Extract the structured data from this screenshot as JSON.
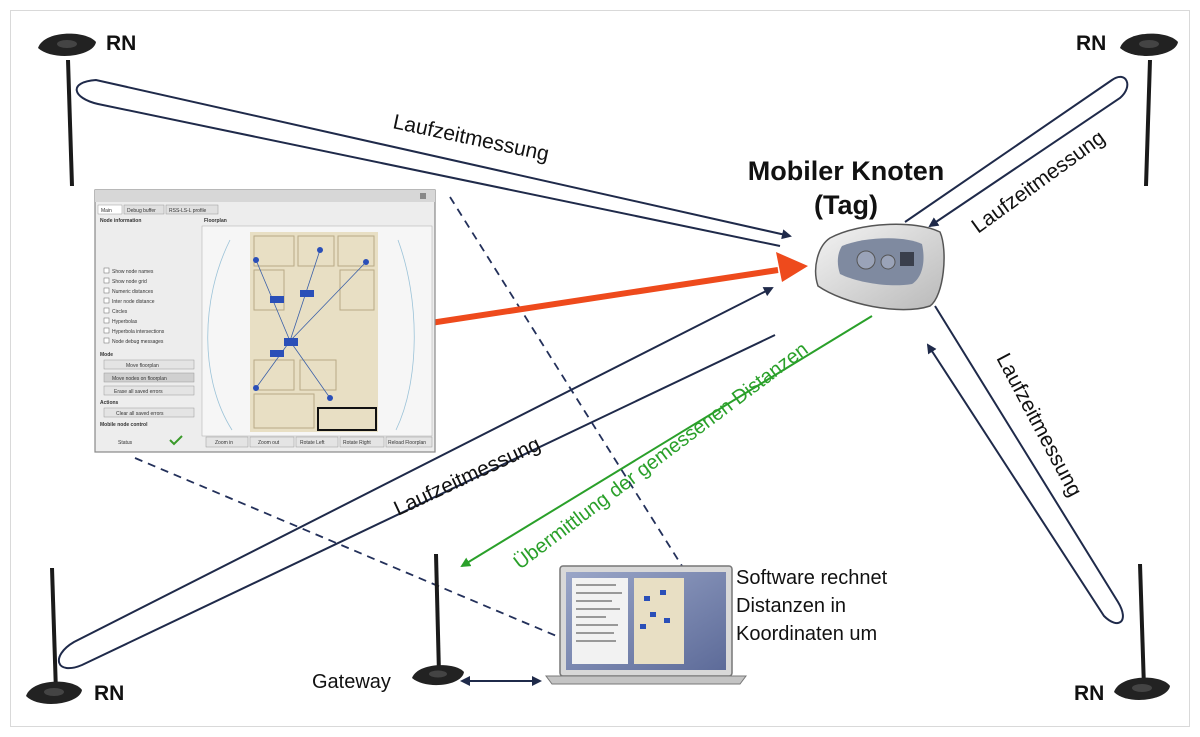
{
  "labels": {
    "rn": "RN",
    "laufzeit": "Laufzeitmessung",
    "tag_line1": "Mobiler Knoten",
    "tag_line2": "(Tag)",
    "transfer": "Übermittlung der gemessenen Distanzen",
    "software_line1": "Software rechnet",
    "software_line2": "Distanzen in",
    "software_line3": "Koordinaten um",
    "gateway": "Gateway"
  },
  "screenshot": {
    "tabs": [
      "Main",
      "Debug buffer",
      "RSS-LS-L profile"
    ],
    "sections": {
      "node_info": "Node information",
      "floorplan": "Floorplan",
      "mode": "Mode",
      "actions": "Actions",
      "mobile_control": "Mobile node control"
    },
    "checkboxes": [
      "Show node names",
      "Show node grid",
      "Numeric distances",
      "Inter node distance",
      "Circles",
      "Hyperbolas",
      "Hyperbola intersections",
      "Node debug messages"
    ],
    "mode_buttons": [
      "Move floorplan",
      "Move nodes on floorplan",
      "Erase all saved errors"
    ],
    "action_buttons": [
      "Clear all saved errors"
    ],
    "status_label": "Status",
    "map_buttons": [
      "Zoom in",
      "Zoom out",
      "Rotate Left",
      "Rotate Right",
      "Reload Floorplan"
    ]
  },
  "colors": {
    "loop": "#1f2a4a",
    "orange_arrow": "#ee4a1c",
    "green": "#2aa02a",
    "dashed": "#23305a",
    "floorplan": "#e8dfc4"
  }
}
